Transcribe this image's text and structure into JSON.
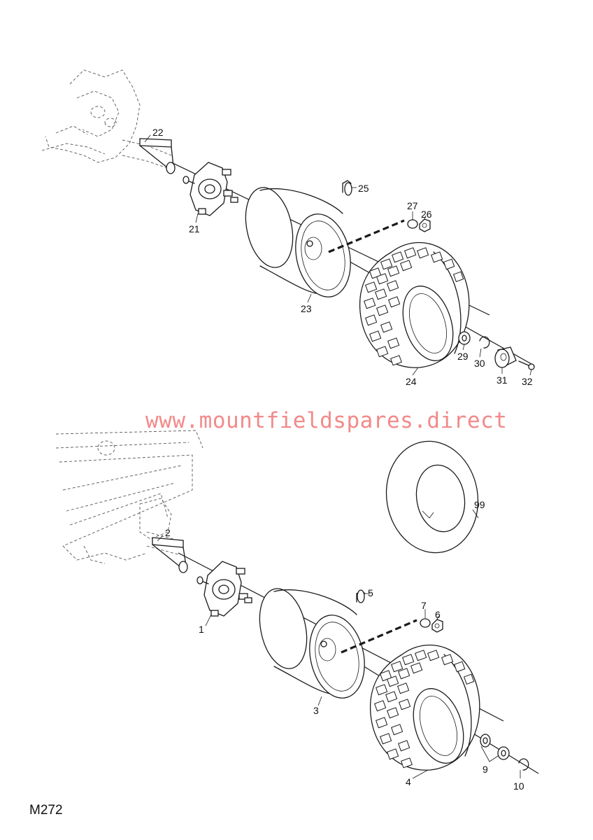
{
  "watermark": "www.mountfieldspares.direct",
  "figure_code": "M272",
  "upper_assembly": {
    "callouts": [
      "22",
      "25",
      "27",
      "26",
      "21",
      "23",
      "24",
      "29",
      "30",
      "31",
      "32"
    ]
  },
  "lower_assembly": {
    "callouts": [
      "2",
      "99",
      "5",
      "7",
      "6",
      "1",
      "3",
      "4",
      "9",
      "10"
    ]
  }
}
